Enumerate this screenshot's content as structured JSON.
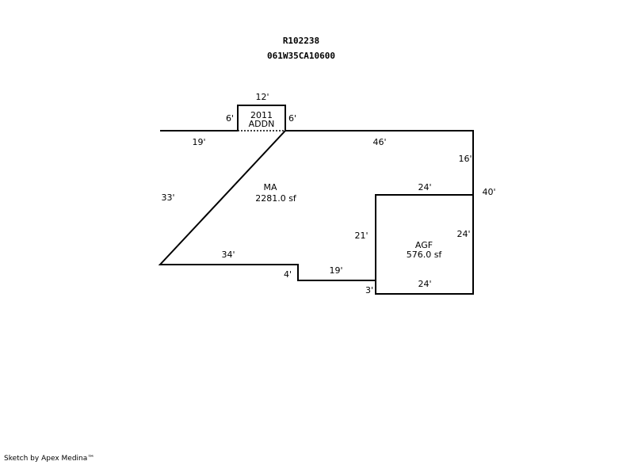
{
  "header": {
    "parcel_id": "R102238",
    "map_taxlot": "061W35CA10600"
  },
  "areas": {
    "main": {
      "code": "MA",
      "area": "2281.0 sf"
    },
    "garage": {
      "code": "AGF",
      "area": "576.0 sf"
    },
    "addition": {
      "year": "2011",
      "code": "ADDN"
    }
  },
  "dimensions": {
    "addn_top": "12'",
    "addn_left": "6'",
    "addn_right": "6'",
    "top_left": "19'",
    "top_right": "46'",
    "right_upper": "16'",
    "right_total": "40'",
    "left": "33'",
    "garage_top": "24'",
    "garage_left": "21'",
    "garage_right": "24'",
    "garage_bottom": "24'",
    "bottom_left": "34'",
    "step_down": "4'",
    "bottom_mid": "19'",
    "step_down2": "3'"
  },
  "footer": {
    "credit": "Sketch by Apex Medina™"
  }
}
